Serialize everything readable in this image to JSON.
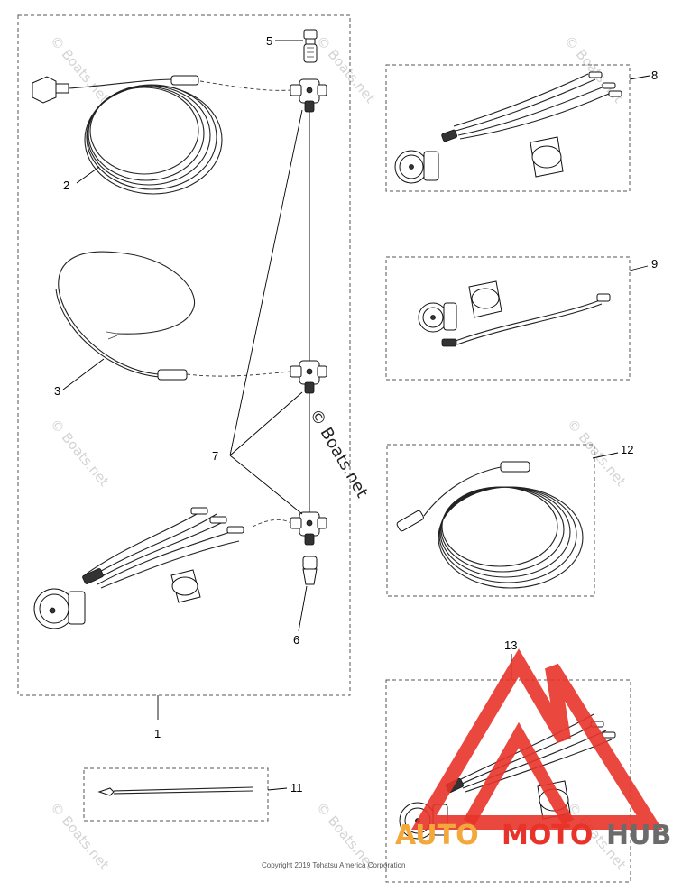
{
  "callouts": {
    "c1": "1",
    "c2": "2",
    "c3": "3",
    "c5": "5",
    "c6": "6",
    "c7": "7",
    "c8": "8",
    "c9": "9",
    "c11": "11",
    "c12": "12",
    "c13": "13"
  },
  "watermarks": {
    "small": "© Boats.net",
    "center": "© Boats.net"
  },
  "copyright": "Copyright 2019 Tohatsu America Corporation",
  "logo": {
    "text_part1": "AUTO",
    "text_part2": "MOTO",
    "text_part3": "HUB",
    "colors": {
      "red": "#e8332a",
      "orange": "#f4a83a",
      "gray": "#6b6b6b"
    }
  }
}
